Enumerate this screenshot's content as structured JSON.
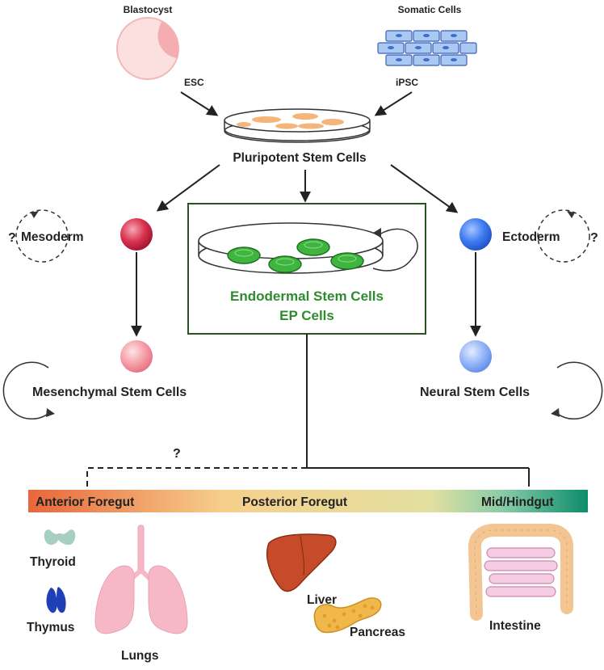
{
  "sources": {
    "blastocyst": "Blastocyst",
    "somatic": "Somatic Cells",
    "esc": "ESC",
    "ipsc": "iPSC"
  },
  "center": {
    "pluripotent": "Pluripotent Stem Cells",
    "endodermal": "Endodermal Stem Cells",
    "ep": "EP Cells"
  },
  "germ_layers": {
    "mesoderm": "Mesoderm",
    "ectoderm": "Ectoderm",
    "unknown_mark": "?"
  },
  "derived": {
    "mesenchymal": "Mesenchymal Stem Cells",
    "neural": "Neural Stem Cells"
  },
  "gut_bar": {
    "anterior": "Anterior Foregut",
    "posterior": "Posterior Foregut",
    "midhind": "Mid/Hindgut",
    "colors": [
      "#e8663a",
      "#f6cf8c",
      "#86cba8",
      "#0e8c6a"
    ]
  },
  "organs": {
    "thyroid": "Thyroid",
    "thymus": "Thymus",
    "lungs": "Lungs",
    "liver": "Liver",
    "pancreas": "Pancreas",
    "intestine": "Intestine"
  },
  "colors": {
    "endoderm_green": "#2e8b2e",
    "mesoderm_red": "#c8213c",
    "ectoderm_blue": "#2f6fe6"
  }
}
